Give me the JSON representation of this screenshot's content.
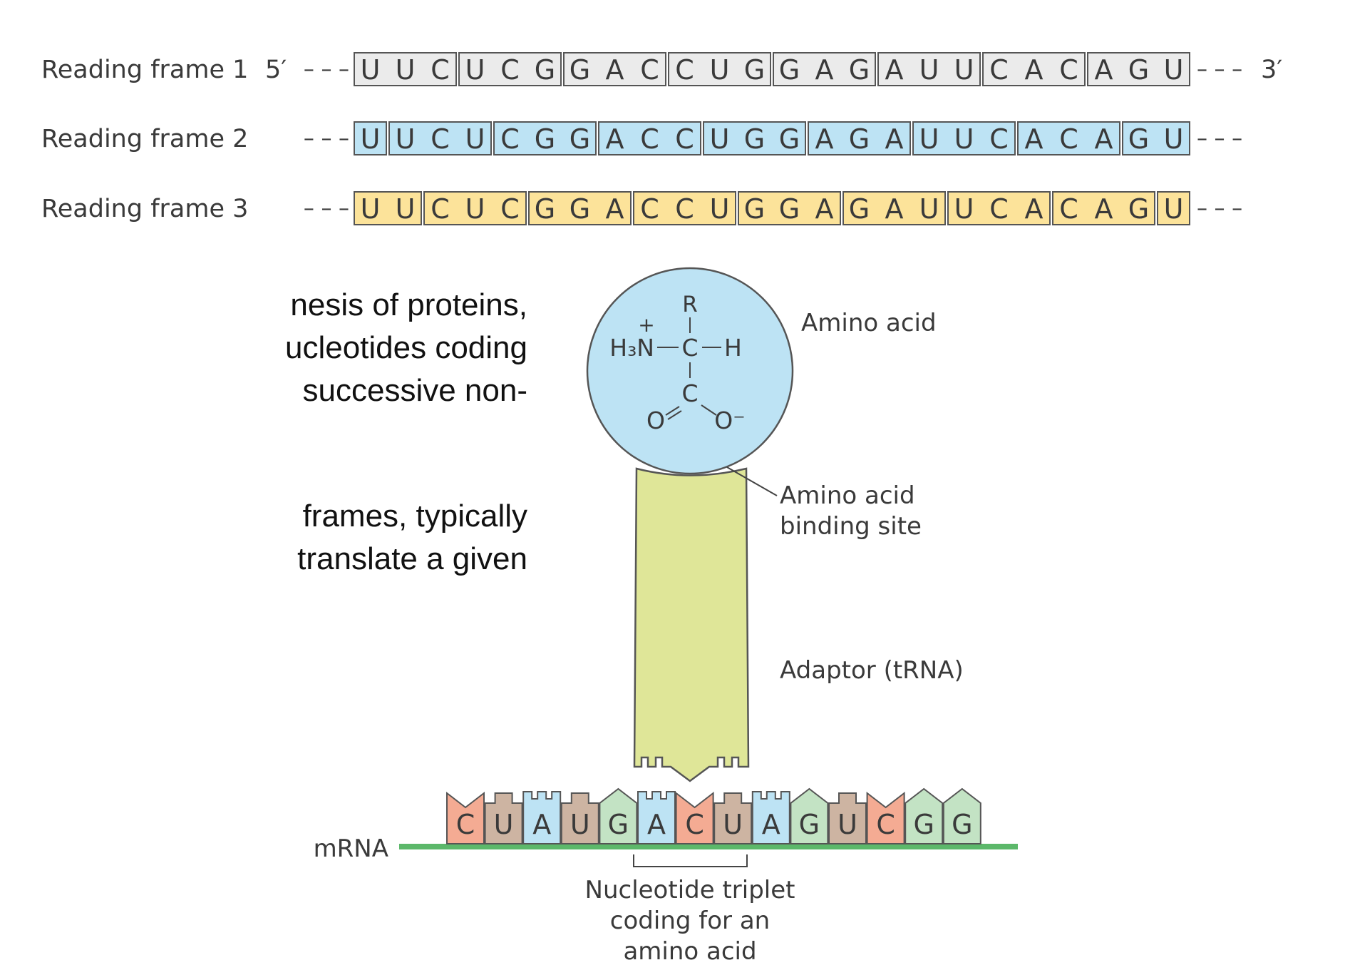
{
  "colors": {
    "frame1_fill": "#ebebeb",
    "frame2_fill": "#bde3f4",
    "frame3_fill": "#fce39a",
    "amino_acid_circle": "#bde3f4",
    "adaptor": "#dfe698",
    "mrna_line": "#5cb86a",
    "nt_C": "#f4ab93",
    "nt_U": "#cdb4a2",
    "nt_A": "#bde3f4",
    "nt_G": "#c3e3c4",
    "stroke": "#555555"
  },
  "reading_frames": [
    {
      "label": "Reading frame 1",
      "five_prime": "5′",
      "three_prime": "3′",
      "dashes_left": "– – –",
      "dashes_right": "– – –",
      "codons": [
        "UUC",
        "UCG",
        "GAC",
        "CUG",
        "GAG",
        "AUU",
        "CAC",
        "AGU"
      ],
      "fill_key": "frame1_fill"
    },
    {
      "label": "Reading frame 2",
      "dashes_left": "– – –",
      "dashes_right": "– – –",
      "codons": [
        "U",
        "UCU",
        "CGG",
        "ACC",
        "UGG",
        "AGA",
        "UUC",
        "ACA",
        "GU"
      ],
      "fill_key": "frame2_fill"
    },
    {
      "label": "Reading frame 3",
      "dashes_left": "– – –",
      "dashes_right": "– – –",
      "codons": [
        "UU",
        "CUC",
        "GGA",
        "CCU",
        "GGA",
        "GAU",
        "UCA",
        "CAG",
        "U"
      ],
      "fill_key": "frame3_fill"
    }
  ],
  "paragraph": {
    "block1": [
      "nesis of proteins,",
      "ucleotides coding",
      "successive non-"
    ],
    "block2": [
      "frames, typically",
      "translate a given"
    ]
  },
  "chemistry": {
    "r": "R",
    "plus": "+",
    "h3n": "H₃N",
    "c_alpha": "C",
    "h": "H",
    "c_carboxyl": "C",
    "o_left": "O",
    "o_right": "O⁻"
  },
  "labels": {
    "amino_acid": "Amino acid",
    "binding_site_line1": "Amino acid",
    "binding_site_line2": "binding site",
    "adaptor": "Adaptor (tRNA)",
    "mrna": "mRNA",
    "triplet_line1": "Nucleotide triplet",
    "triplet_line2": "coding for an",
    "triplet_line3": "amino acid"
  },
  "mrna_sequence": [
    "C",
    "U",
    "A",
    "U",
    "G",
    "A",
    "C",
    "U",
    "A",
    "G",
    "U",
    "C",
    "G",
    "G"
  ]
}
